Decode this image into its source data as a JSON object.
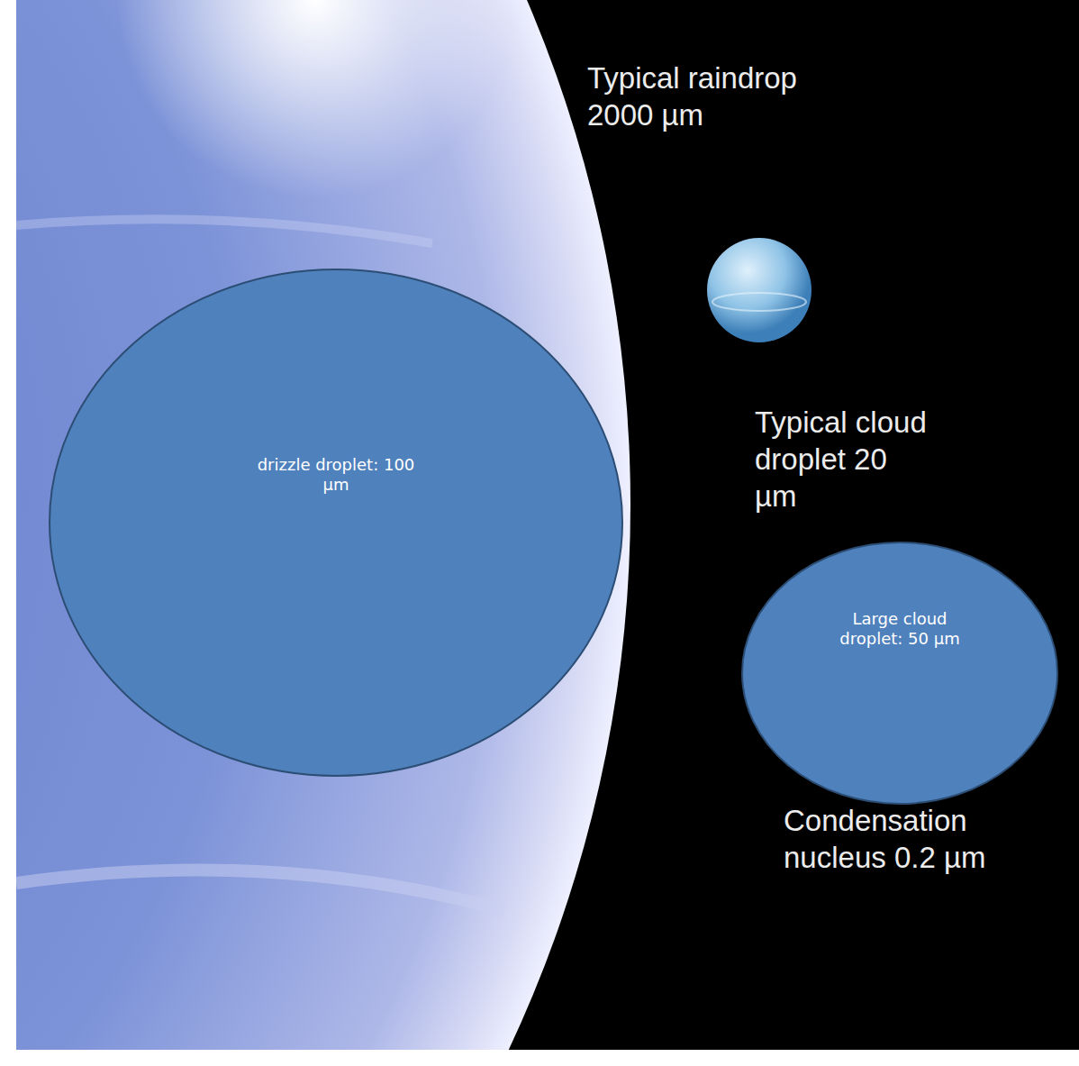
{
  "diagram": {
    "nodes": [
      {
        "text": [
          "drizzle droplet: 100 µm"
        ]
      },
      {
        "text": [
          "Large cloud droplet: 50 µm"
        ]
      }
    ],
    "labels": [
      "Typical raindrop 2000 µm",
      "Typical cloud droplet 20 µm",
      "Condensation nucleus 0.2 µm"
    ]
  }
}
